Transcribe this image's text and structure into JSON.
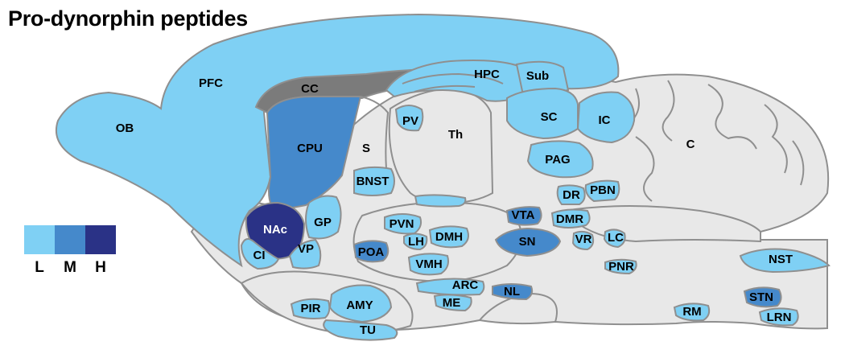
{
  "title": "Pro-dynorphin peptides",
  "colors": {
    "L": "#7fd0f4",
    "M": "#4589cb",
    "H": "#2a3286",
    "base": "#e8e8e8",
    "outline": "#8f8f8f",
    "corpus_callosum": "#7b7b7b"
  },
  "legend": {
    "low": "L",
    "medium": "M",
    "high": "H"
  },
  "regions": {
    "OB": "OB",
    "PFC": "PFC",
    "CC": "CC",
    "CPU": "CPU",
    "S": "S",
    "NAc": "NAc",
    "GP": "GP",
    "CI": "CI",
    "VP": "VP",
    "BNST": "BNST",
    "PV": "PV",
    "Th": "Th",
    "HPC": "HPC",
    "Sub": "Sub",
    "SC": "SC",
    "IC": "IC",
    "PAG": "PAG",
    "C": "C",
    "PBN": "PBN",
    "DR": "DR",
    "DMR": "DMR",
    "VTA": "VTA",
    "SN": "SN",
    "VR": "VR",
    "LC": "LC",
    "PNR": "PNR",
    "PVN": "PVN",
    "LH": "LH",
    "DMH": "DMH",
    "POA": "POA",
    "VMH": "VMH",
    "ARC": "ARC",
    "ME": "ME",
    "NL": "NL",
    "AMY": "AMY",
    "PIR": "PIR",
    "TU": "TU",
    "NST": "NST",
    "STN": "STN",
    "RM": "RM",
    "LRN": "LRN"
  },
  "levels": {
    "OB": "L",
    "PFC": "L",
    "CPU": "M",
    "NAc": "H",
    "GP": "L",
    "CI": "L",
    "VP": "L",
    "BNST": "L",
    "PV": "L",
    "HPC": "L",
    "Sub": "L",
    "SC": "L",
    "IC": "L",
    "PAG": "L",
    "PBN": "L",
    "DR": "L",
    "DMR": "L",
    "VTA": "M",
    "SN": "M",
    "VR": "L",
    "LC": "L",
    "PNR": "L",
    "PVN": "L",
    "LH": "L",
    "DMH": "L",
    "POA": "M",
    "VMH": "L",
    "ARC": "L",
    "ME": "L",
    "NL": "M",
    "AMY": "L",
    "PIR": "L",
    "TU": "L",
    "NST": "L",
    "STN": "M",
    "RM": "L",
    "LRN": "L"
  }
}
